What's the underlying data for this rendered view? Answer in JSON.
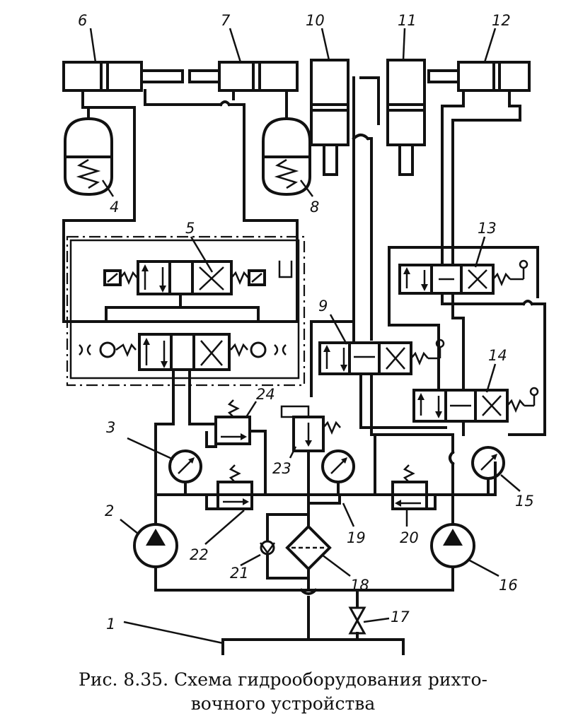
{
  "caption": {
    "line1": "Рис. 8.35. Схема гидрооборудования рихто-",
    "line2": "вочного устройства"
  },
  "labels": {
    "n1": "1",
    "n2": "2",
    "n3": "3",
    "n4": "4",
    "n5": "5",
    "n6": "6",
    "n7": "7",
    "n8": "8",
    "n9": "9",
    "n10": "10",
    "n11": "11",
    "n12": "12",
    "n13": "13",
    "n14": "14",
    "n15": "15",
    "n16": "16",
    "n17": "17",
    "n18": "18",
    "n19": "19",
    "n20": "20",
    "n21": "21",
    "n22": "22",
    "n23": "23",
    "n24": "24"
  }
}
